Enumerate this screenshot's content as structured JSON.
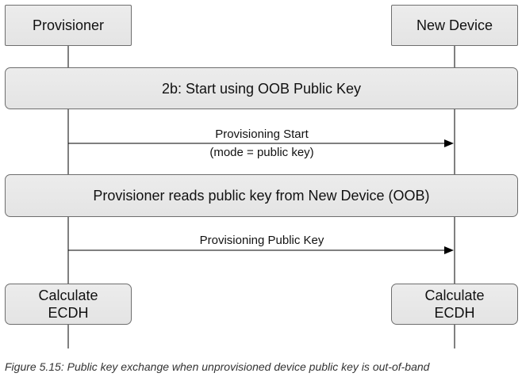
{
  "participants": {
    "left": "Provisioner",
    "right": "New Device"
  },
  "steps": {
    "phase_2b": "2b: Start using OOB Public Key",
    "provisioning_start": {
      "line1": "Provisioning Start",
      "line2": "(mode = public key)"
    },
    "oob_read": "Provisioner reads public key from New Device (OOB)",
    "provisioning_public_key": "Provisioning Public Key",
    "calc_left": "Calculate\nECDH",
    "calc_right": "Calculate\nECDH"
  },
  "caption": "Figure 5.15: Public key exchange when unprovisioned device public key is out-of-band"
}
